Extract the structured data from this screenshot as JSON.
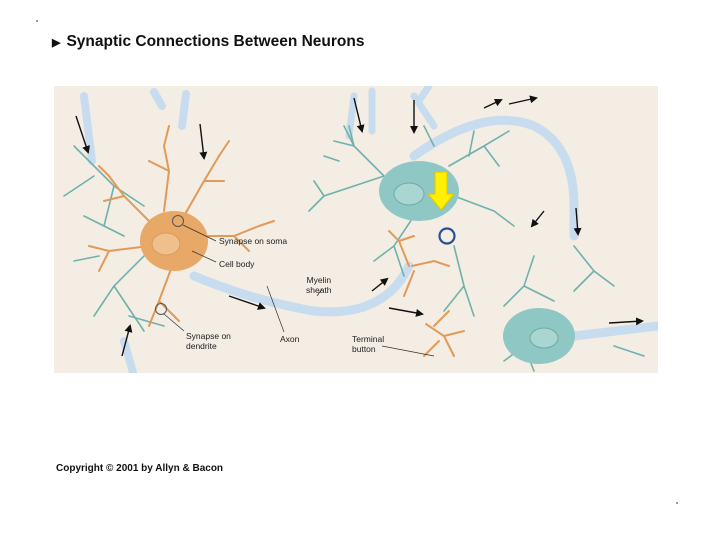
{
  "slide": {
    "title": "Synaptic Connections Between Neurons",
    "copyright": "Copyright © 2001 by Allyn & Bacon"
  },
  "labels": {
    "synapse_on_soma": "Synapse on soma",
    "cell_body": "Cell body",
    "myelin_sheath_line1": "Myelin",
    "myelin_sheath_line2": "sheath",
    "synapse_on_dendrite_line1": "Synapse on",
    "synapse_on_dendrite_line2": "dendrite",
    "axon": "Axon",
    "terminal_button_line1": "Terminal",
    "terminal_button_line2": "button"
  },
  "colors": {
    "background": "#f3ede4",
    "orange_neuron": "#e8a868",
    "orange_dendrite": "#e29a58",
    "teal_neuron": "#8fc7c4",
    "teal_dendrite": "#5fa8a3",
    "myelin": "#c8dcef",
    "highlight_arrow": "#ffef00",
    "highlight_circle": "#2a4f9a"
  }
}
